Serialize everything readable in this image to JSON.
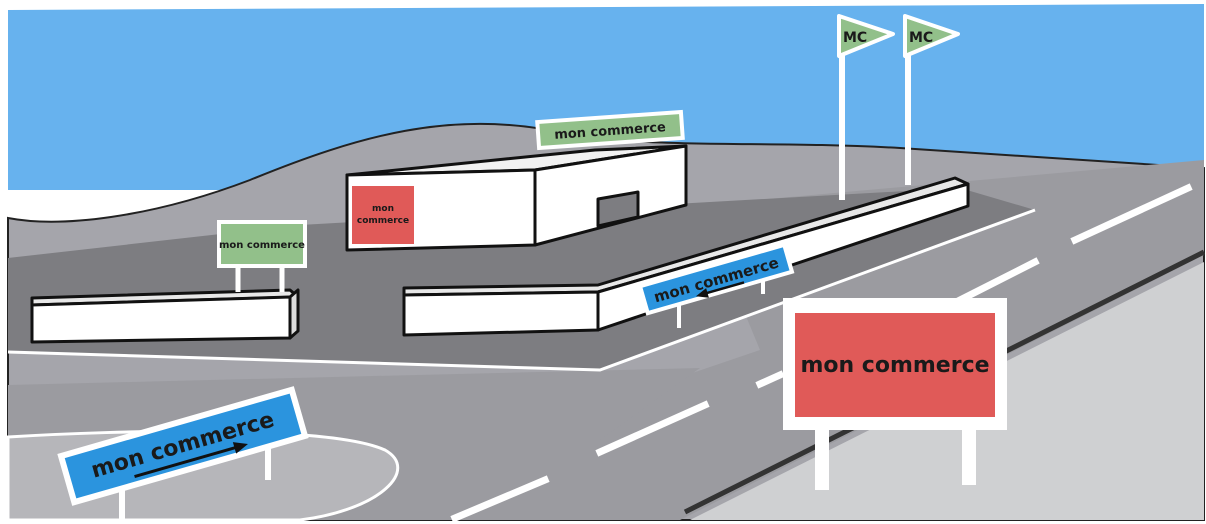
{
  "scene": {
    "flags": [
      "MC",
      "MC"
    ],
    "roof_sign": "mon commerce",
    "building_sign": [
      "mon",
      "commerce"
    ],
    "left_sign": "mon commerce",
    "wall_sign": "mon commerce",
    "big_sign": "mon commerce",
    "front_sign": "mon commerce"
  },
  "colors": {
    "sky": "#67b2ee",
    "hill": "#a5a5ab",
    "lot": "#7d7d81",
    "road": "#9b9ba0",
    "sidewalk": "#cfd0d2",
    "sign_green": "#92c08a",
    "sign_blue": "#2b94de",
    "sign_red": "#e05a58"
  }
}
